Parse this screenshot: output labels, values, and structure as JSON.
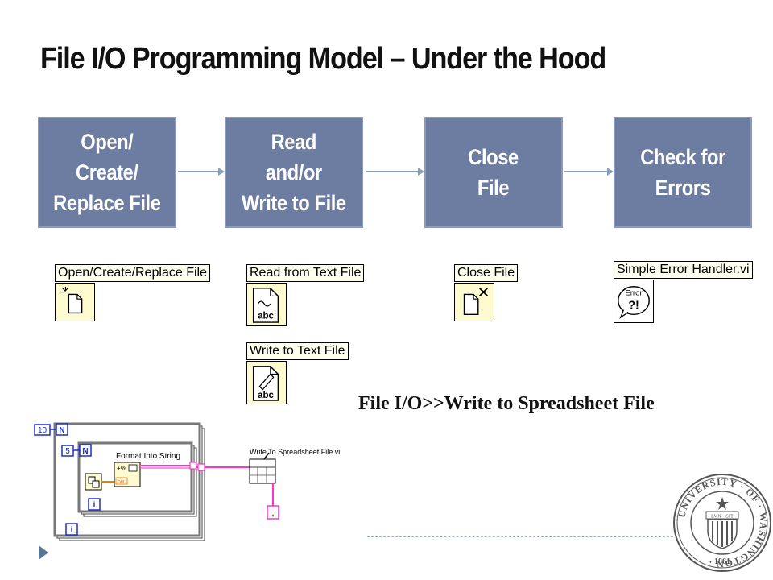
{
  "title": "File I/O Programming Model – Under the Hood",
  "steps": [
    {
      "label": "Open/\nCreate/\nReplace File"
    },
    {
      "label": "Read\nand/or\nWrite to File"
    },
    {
      "label": "Close\nFile"
    },
    {
      "label": "Check for\nErrors"
    }
  ],
  "functions": {
    "open": "Open/Create/Replace File",
    "read": "Read from Text File",
    "write": "Write to Text File",
    "close": "Close File",
    "error": "Simple Error Handler.vi"
  },
  "icon_text": {
    "abc": "abc",
    "error": "Error",
    "error_marks": "?!"
  },
  "palette_path": "File I/O>>Write to Spreadsheet File",
  "block_diagram": {
    "outer_count": "10",
    "inner_count": "5",
    "count_terminal": "N",
    "iteration_terminal": "i",
    "format_node": "Format Into String",
    "format_spec": "+%",
    "dbl": "DBL",
    "write_node": "Write To Spreadsheet File.vi",
    "delimiter": ","
  },
  "seal": {
    "ring_text": "UNIVERSITY · OF · WASHINGTON ·",
    "motto": "LVX · SIT",
    "year": "1861"
  },
  "colors": {
    "step_fill": "#6d7da1",
    "string_wire": "#ff33cc",
    "seal": "#555555"
  }
}
